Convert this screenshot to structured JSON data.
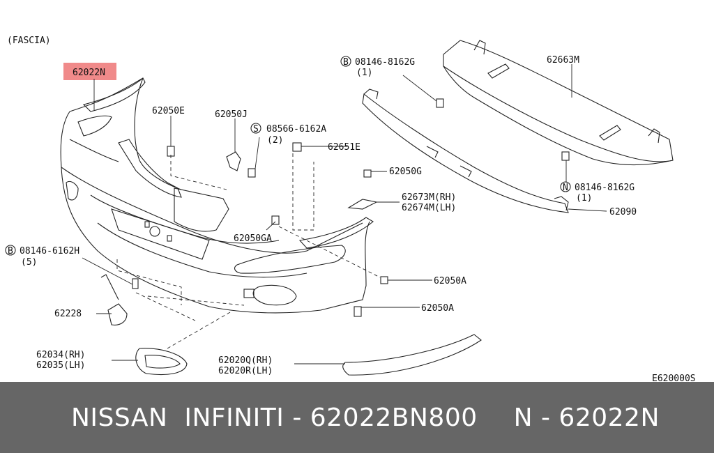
{
  "diagram": {
    "section_label": "(FASCIA)",
    "drawing_code": "E620000S",
    "highlight_color": "#f08a8a",
    "callouts": {
      "p62022n": "62022N",
      "p62050e": "62050E",
      "p62050j": "62050J",
      "p08566": "08566-6162A",
      "p08566_qty": "(2)",
      "p62651e": "62651E",
      "p62050g": "62050G",
      "p62673m": "62673M(RH)",
      "p62674m": "62674M(LH)",
      "p62050ga": "62050GA",
      "p08146_h": "08146-6162H",
      "p08146_h_qty": "(5)",
      "p62228": "62228",
      "p62050a_1": "62050A",
      "p62050a_2": "62050A",
      "p62034": "62034(RH)",
      "p62035": "62035(LH)",
      "p62020q": "62020Q(RH)",
      "p62020r": "62020R(LH)",
      "p08146_g_top": "08146-8162G",
      "p08146_g_top_qty": "(1)",
      "p62663m": "62663M",
      "p08146_g_bot": "08146-8162G",
      "p08146_g_bot_qty": "(1)",
      "p62090": "62090"
    },
    "symbols": {
      "bolt_b": "B",
      "screw_s": "S",
      "nut_n": "N"
    }
  },
  "banner": {
    "brand_text": "NISSAN  INFINITI - 62022BN800",
    "ref_text": "N - 62022N",
    "background": "#666666",
    "text_color": "#ffffff"
  }
}
